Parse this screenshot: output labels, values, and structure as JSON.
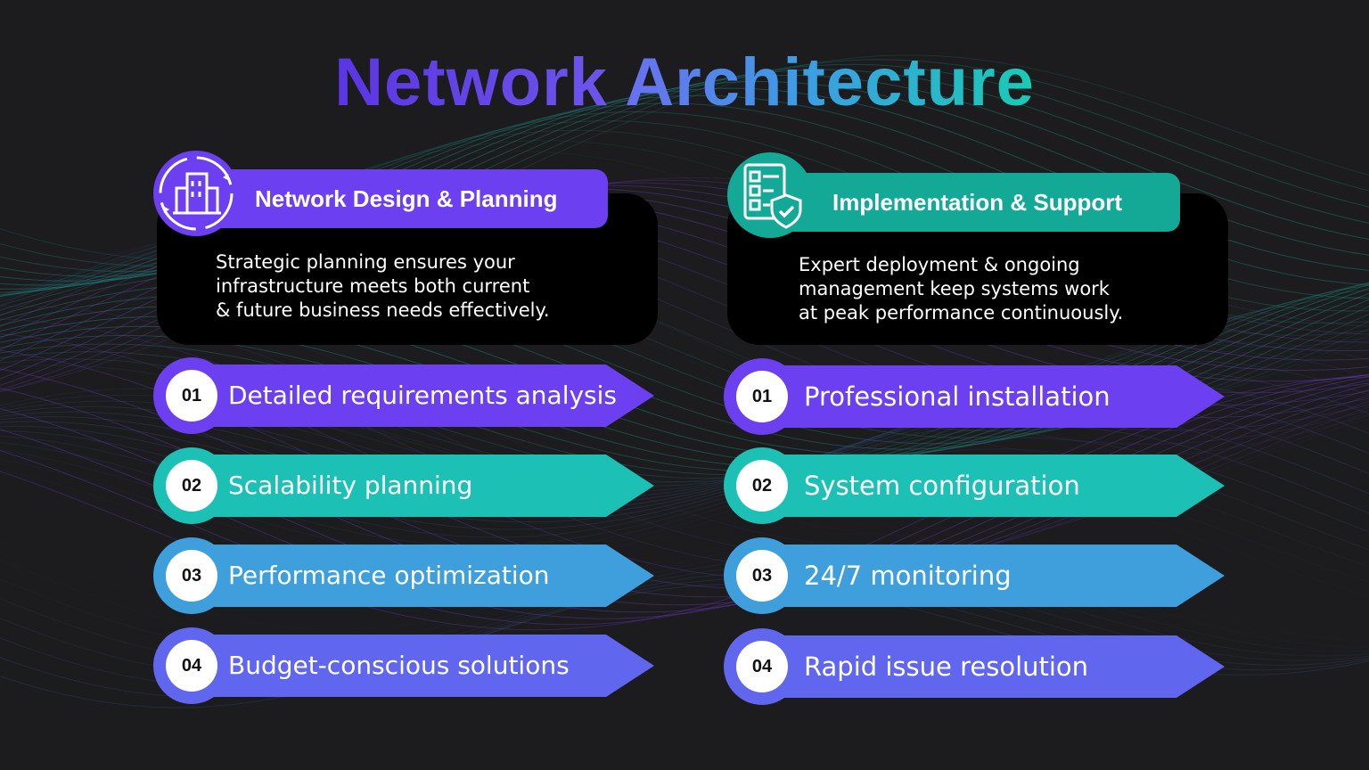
{
  "title": {
    "word1": "Network",
    "word2": "Architecture"
  },
  "colors": {
    "background": "#1c1c1e",
    "purple": "#6c3ff0",
    "teal": "#1cc0b4",
    "sky": "#3e9fdc",
    "indigo": "#6166ee",
    "header_teal": "#14a896"
  },
  "left": {
    "icon": "building-cycle-icon",
    "heading": "Network Design & Planning",
    "description": "Strategic planning ensures your\ninfrastructure meets both current\n& future business needs effectively.",
    "items": [
      {
        "num": "01",
        "label": "Detailed requirements analysis"
      },
      {
        "num": "02",
        "label": "Scalability planning"
      },
      {
        "num": "03",
        "label": "Performance optimization"
      },
      {
        "num": "04",
        "label": "Budget-conscious solutions"
      }
    ]
  },
  "right": {
    "icon": "checklist-shield-icon",
    "heading": "Implementation & Support",
    "description": "Expert deployment & ongoing\nmanagement keep systems work\nat peak performance continuously.",
    "items": [
      {
        "num": "01",
        "label": "Professional installation"
      },
      {
        "num": "02",
        "label": "System configuration"
      },
      {
        "num": "03",
        "label": "24/7 monitoring"
      },
      {
        "num": "04",
        "label": "Rapid issue resolution"
      }
    ]
  }
}
